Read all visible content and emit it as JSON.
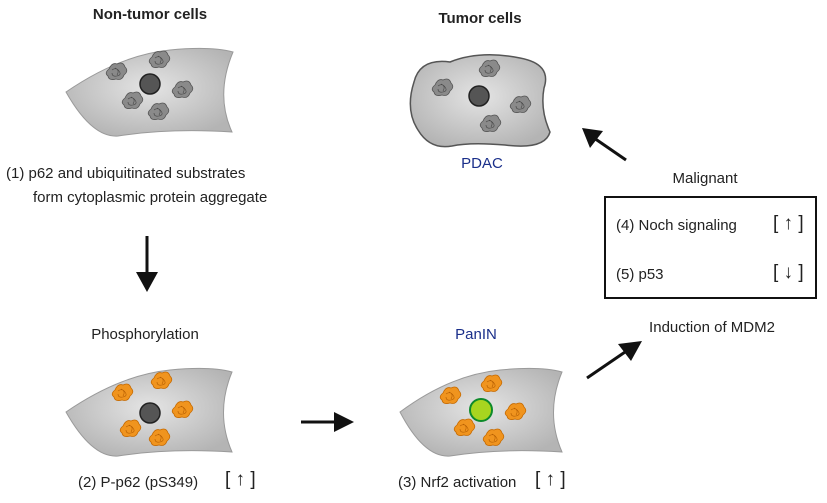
{
  "labels": {
    "non_tumor": "Non-tumor cells",
    "tumor": "Tumor cells",
    "step1_line1": "(1) p62 and ubiquitinated substrates",
    "step1_line2": "form cytoplasmic protein  aggregate",
    "phosphorylation": "Phosphorylation",
    "step2": "(2) P-p62 (pS349)",
    "panin": "PanIN",
    "step3": "(3) Nrf2 activation",
    "pdac": "PDAC",
    "malignant": "Malignant",
    "step4": "(4)  Noch signaling",
    "step5": "(5)  p53",
    "mdm2": "Induction of MDM2"
  },
  "indicators": {
    "up": "[ ↑ ]",
    "down": "[ ↓ ]"
  },
  "colors": {
    "cell_fill": "#c8c8c8",
    "aggregate_gray": "#7a7a7a",
    "aggregate_orange": "#f0941e",
    "nucleus_dark": "#555555",
    "nucleus_green": "#a8d51f",
    "label_blue": "#1a2f8a"
  }
}
